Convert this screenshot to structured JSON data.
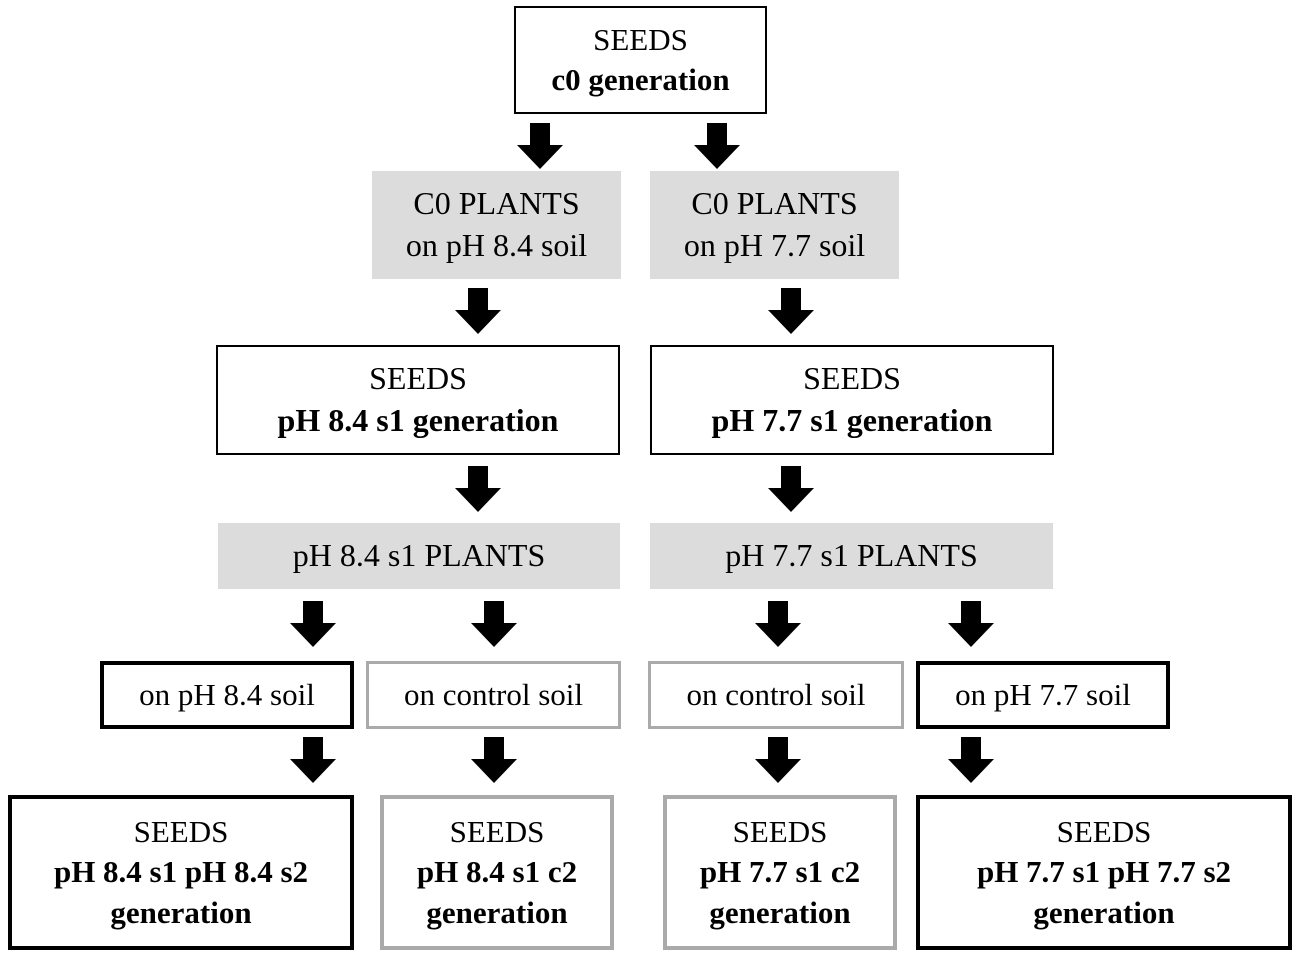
{
  "top": {
    "line1": "SEEDS",
    "line2": "c0 generation"
  },
  "c0_plants_84": {
    "line1": "C0 PLANTS",
    "line2": "on pH 8.4 soil"
  },
  "c0_plants_77": {
    "line1": "C0 PLANTS",
    "line2": "on pH 7.7 soil"
  },
  "seeds_s1_84": {
    "line1": "SEEDS",
    "line2": "pH 8.4 s1 generation"
  },
  "seeds_s1_77": {
    "line1": "SEEDS",
    "line2": "pH 7.7 s1 generation"
  },
  "plants_s1_84": {
    "label": "pH 8.4 s1 PLANTS"
  },
  "plants_s1_77": {
    "label": "pH 7.7 s1 PLANTS"
  },
  "soil": {
    "a": "on pH 8.4 soil",
    "b": "on control soil",
    "c": "on control soil",
    "d": "on pH 7.7 soil"
  },
  "final": {
    "a": {
      "line1": "SEEDS",
      "line2": "pH 8.4 s1 pH 8.4 s2",
      "line3": "generation"
    },
    "b": {
      "line1": "SEEDS",
      "line2": "pH 8.4 s1 c2",
      "line3": "generation"
    },
    "c": {
      "line1": "SEEDS",
      "line2": "pH 7.7 s1 c2",
      "line3": "generation"
    },
    "d": {
      "line1": "SEEDS",
      "line2": "pH 7.7 s1 pH 7.7 s2",
      "line3": "generation"
    }
  },
  "colors": {
    "fill": "#dcdcdc",
    "grey_border": "#aaaaaa",
    "black": "#000000"
  }
}
